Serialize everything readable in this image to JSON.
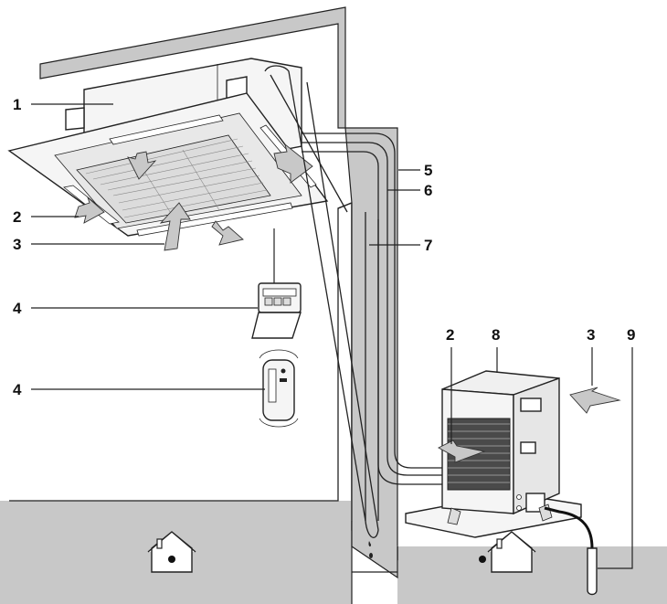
{
  "callouts": {
    "c1": "1",
    "c2_left": "2",
    "c3_left": "3",
    "c4_upper": "4",
    "c4_lower": "4",
    "c5": "5",
    "c6": "6",
    "c7": "7",
    "c2_right": "2",
    "c8": "8",
    "c3_right": "3",
    "c9": "9"
  },
  "colors": {
    "floor": "#c8c8c8",
    "wall": "#c8c8c8",
    "unit": "#f5f5f5",
    "air_arrow": "#c8c8c8",
    "line": "#222222"
  },
  "icons": [
    "indoor-house-icon",
    "outdoor-house-icon",
    "air-flow-arrow-icon"
  ]
}
